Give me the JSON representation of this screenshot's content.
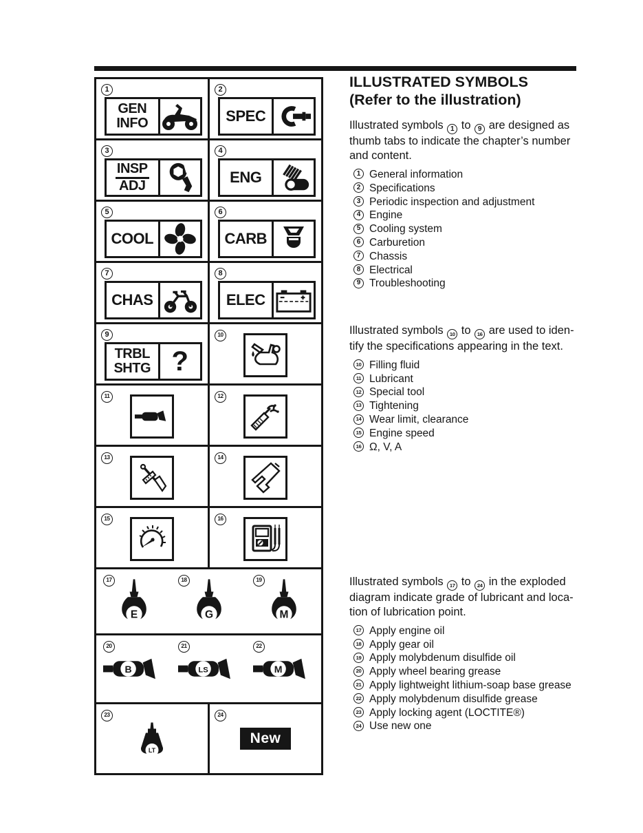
{
  "title": {
    "line1": "ILLUSTRATED SYMBOLS",
    "line2": "(Refer to the illustration)"
  },
  "sections": [
    {
      "intro": "Illustrated symbols {1} to {9} are designed as\nthumb tabs to indicate the chapter’s number\nand content.",
      "items": [
        {
          "num": "1",
          "label": "General information"
        },
        {
          "num": "2",
          "label": "Specifications"
        },
        {
          "num": "3",
          "label": "Periodic inspection and adjustment"
        },
        {
          "num": "4",
          "label": "Engine"
        },
        {
          "num": "5",
          "label": "Cooling system"
        },
        {
          "num": "6",
          "label": "Carburetion"
        },
        {
          "num": "7",
          "label": "Chassis"
        },
        {
          "num": "8",
          "label": "Electrical"
        },
        {
          "num": "9",
          "label": "Troubleshooting"
        }
      ]
    },
    {
      "intro": "Illustrated symbols {10} to {16} are used to iden-\ntify the specifications appearing in the text.",
      "items": [
        {
          "num": "10",
          "label": "Filling fluid"
        },
        {
          "num": "11",
          "label": "Lubricant"
        },
        {
          "num": "12",
          "label": "Special tool"
        },
        {
          "num": "13",
          "label": "Tightening"
        },
        {
          "num": "14",
          "label": "Wear limit, clearance"
        },
        {
          "num": "15",
          "label": "Engine speed"
        },
        {
          "num": "16",
          "label": "Ω, V, A"
        }
      ]
    },
    {
      "intro": "Illustrated symbols {17} to {24} in the exploded\ndiagram indicate grade of lubricant and loca-\ntion of lubrication point.",
      "items": [
        {
          "num": "17",
          "label": "Apply engine oil"
        },
        {
          "num": "18",
          "label": "Apply gear oil"
        },
        {
          "num": "19",
          "label": "Apply molybdenum disulfide oil"
        },
        {
          "num": "20",
          "label": "Apply wheel bearing grease"
        },
        {
          "num": "21",
          "label": "Apply lightweight lithium-soap base grease"
        },
        {
          "num": "22",
          "label": "Apply molybdenum disulfide grease"
        },
        {
          "num": "23",
          "label": "Apply locking agent (LOCTITE®)"
        },
        {
          "num": "24",
          "label": "Use new one"
        }
      ]
    }
  ],
  "grid": {
    "question_glyph": "?",
    "tabs": [
      {
        "num": "1",
        "lines": [
          "GEN",
          "INFO"
        ],
        "icon": "atv-icon"
      },
      {
        "num": "2",
        "lines": [
          "SPEC"
        ],
        "icon": "micrometer-icon"
      },
      {
        "num": "3",
        "lines": [
          "INSP",
          "ADJ"
        ],
        "icon": "wrench-nut-icon"
      },
      {
        "num": "4",
        "lines": [
          "ENG"
        ],
        "icon": "engine-icon"
      },
      {
        "num": "5",
        "lines": [
          "COOL"
        ],
        "icon": "cooling-fan-icon"
      },
      {
        "num": "6",
        "lines": [
          "CARB"
        ],
        "icon": "carburetor-icon"
      },
      {
        "num": "7",
        "lines": [
          "CHAS"
        ],
        "icon": "chassis-icon"
      },
      {
        "num": "8",
        "lines": [
          "ELEC"
        ],
        "icon": "battery-icon"
      },
      {
        "num": "9",
        "lines": [
          "TRBL",
          "SHTG"
        ],
        "icon": "question-mark-icon"
      }
    ],
    "squares": [
      {
        "num": "10",
        "icon": "oil-can-icon"
      },
      {
        "num": "11",
        "icon": "grease-applicator-icon"
      },
      {
        "num": "12",
        "icon": "special-tool-icon"
      },
      {
        "num": "13",
        "icon": "torque-wrench-icon"
      },
      {
        "num": "14",
        "icon": "caliper-icon"
      },
      {
        "num": "15",
        "icon": "tachometer-icon"
      },
      {
        "num": "16",
        "icon": "multimeter-icon"
      }
    ],
    "lubricants": [
      {
        "num": "17",
        "letter": "E"
      },
      {
        "num": "18",
        "letter": "G"
      },
      {
        "num": "19",
        "letter": "M"
      }
    ],
    "greases": [
      {
        "num": "20",
        "letter": "B"
      },
      {
        "num": "21",
        "letter": "LS"
      },
      {
        "num": "22",
        "letter": "M"
      }
    ],
    "locking": {
      "num": "23",
      "letter": "LT"
    },
    "new_part": {
      "num": "24",
      "label": "New"
    }
  },
  "colors": {
    "ink": "#161616",
    "paper": "#ffffff"
  }
}
